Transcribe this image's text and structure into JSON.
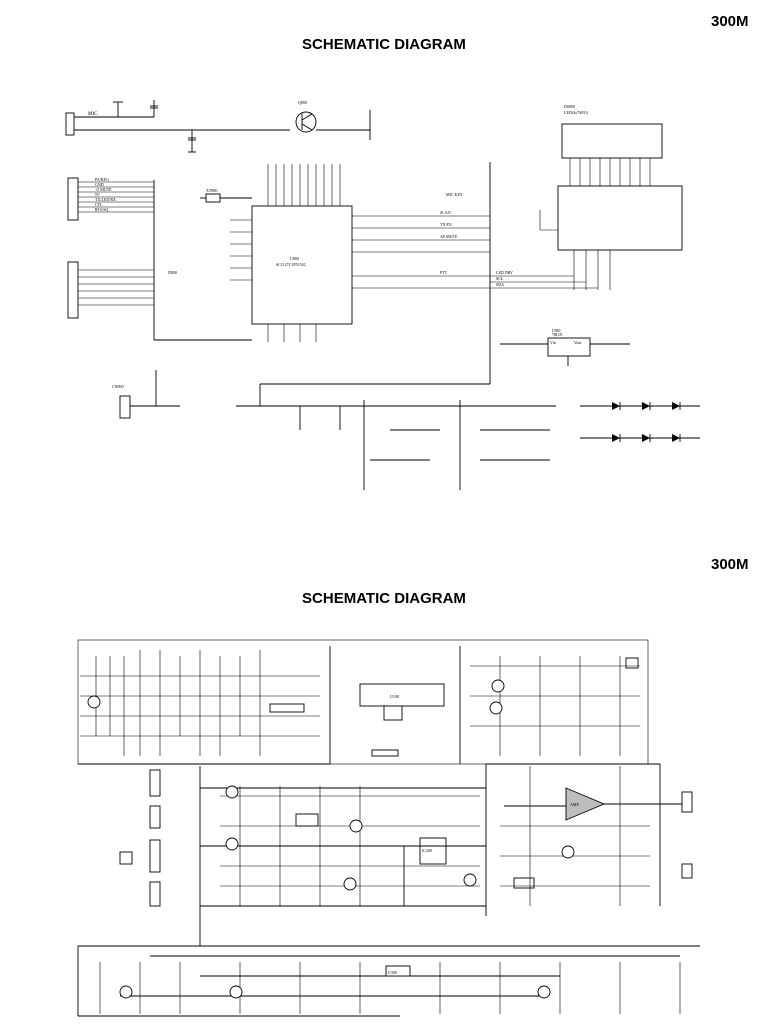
{
  "sheets": [
    {
      "model": "300M",
      "title": "SCHEMATIC DIAGRAM",
      "mic_label": "MIC",
      "ic_main": {
        "ref": "U800",
        "part": "SC1127C1P5152C"
      },
      "ic_display": {
        "ref": "DS800",
        "part": "LED(4x7SEG)"
      },
      "ic_reg": {
        "ref": "U801",
        "part": "78L05",
        "vin": "Vin",
        "vout": "Vout"
      },
      "connector_left": [
        "PA/REG",
        "GND",
        "+5 MUTE",
        "5V",
        "TX/LED/RX",
        "CTL",
        "RTS/SQ"
      ],
      "net_labels": [
        "MIC KEY",
        "SCAN",
        "TX EN",
        "AF MUTE",
        "PTT",
        "LED DRV",
        "SCL",
        "SDA"
      ],
      "misc_labels": [
        "Q800",
        "XT800",
        "CN800",
        "D800"
      ]
    },
    {
      "model": "300M",
      "title": "SCHEMATIC DIAGRAM",
      "block_labels": [
        "U100",
        "IC200",
        "U300",
        "AMP"
      ]
    }
  ]
}
